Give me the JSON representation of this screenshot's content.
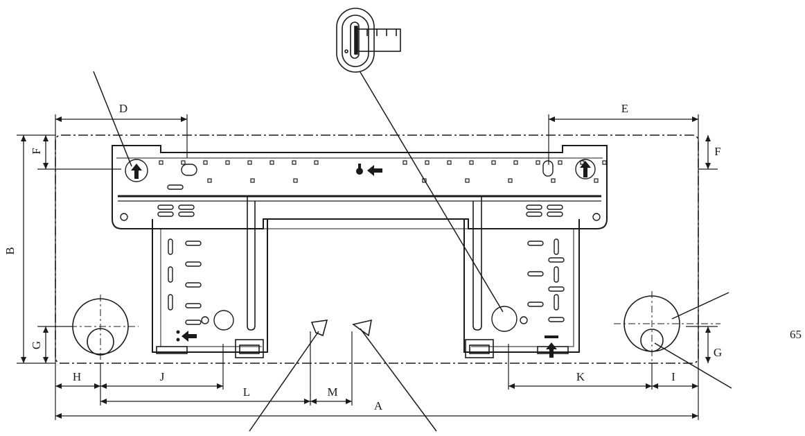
{
  "figure": {
    "labels": {
      "A": "A",
      "B": "B",
      "D": "D",
      "E": "E",
      "F_left": "F",
      "F_right": "F",
      "G_left": "G",
      "G_right": "G",
      "H": "H",
      "I": "I",
      "J": "J",
      "K": "K",
      "L": "L",
      "M": "M"
    },
    "page_number": "65"
  },
  "colors": {
    "line": "#1a1a1a",
    "background": "#ffffff"
  }
}
